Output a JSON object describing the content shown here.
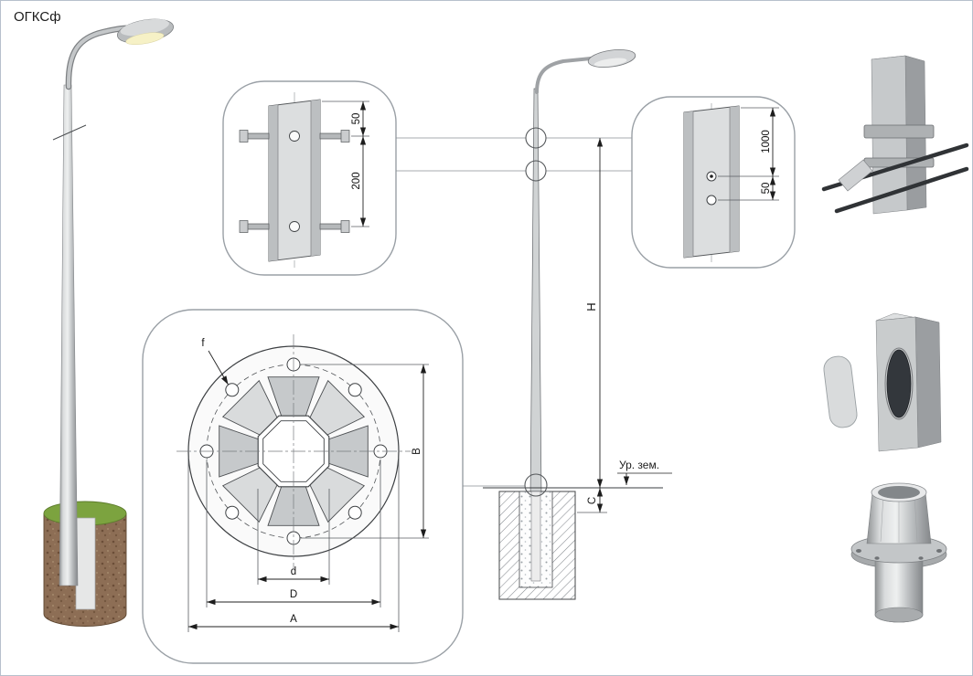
{
  "title": "ОГКСф",
  "callout_top": {
    "dim_upper": "50",
    "dim_lower": "200"
  },
  "callout_right": {
    "dim_upper": "1000",
    "dim_lower": "50"
  },
  "flange_plan": {
    "dim_f": "f",
    "dim_B": "B",
    "dim_d": "d",
    "dim_D": "D",
    "dim_A": "A"
  },
  "elevation": {
    "dim_H": "H",
    "dim_C": "C",
    "ground_label": "Ур. зем."
  }
}
